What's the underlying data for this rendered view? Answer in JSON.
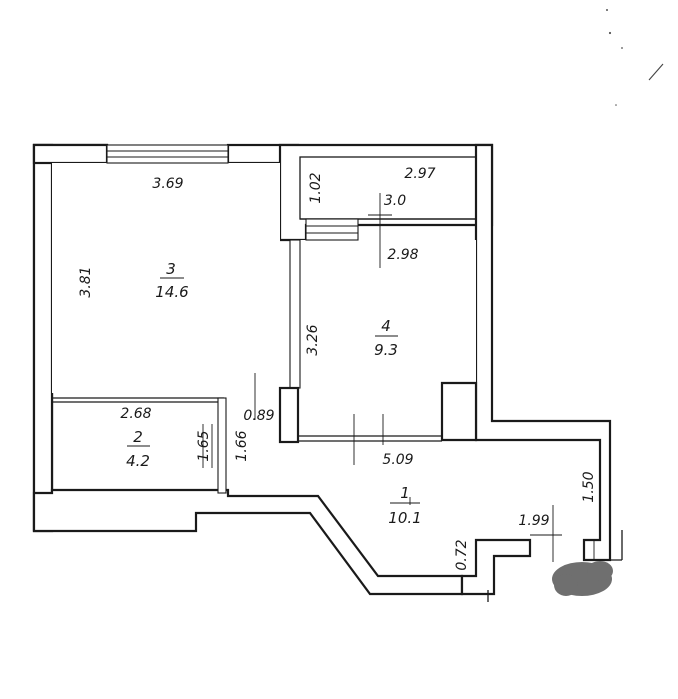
{
  "rooms": [
    {
      "number": "3",
      "area": "14.6"
    },
    {
      "number": "4",
      "area": "9.3"
    },
    {
      "number": "2",
      "area": "4.2"
    },
    {
      "number": "1",
      "area": "10.1"
    }
  ],
  "dimensions": {
    "room3_width": "3.69",
    "room3_height": "3.81",
    "balcony_width": "2.97",
    "balcony_depth": "1.02",
    "balcony_inner": "3.0",
    "room4_width": "2.98",
    "room4_height": "3.26",
    "room2_width": "2.68",
    "room2_h1": "1.65",
    "room2_h2": "1.66",
    "door_gap": "0.89",
    "hall_width": "5.09",
    "hall_depth": "1.50",
    "entry_width": "1.99",
    "entry_depth": "0.72"
  },
  "colors": {
    "ink": "#1a1a1a",
    "blot": "#6f6f6f"
  }
}
